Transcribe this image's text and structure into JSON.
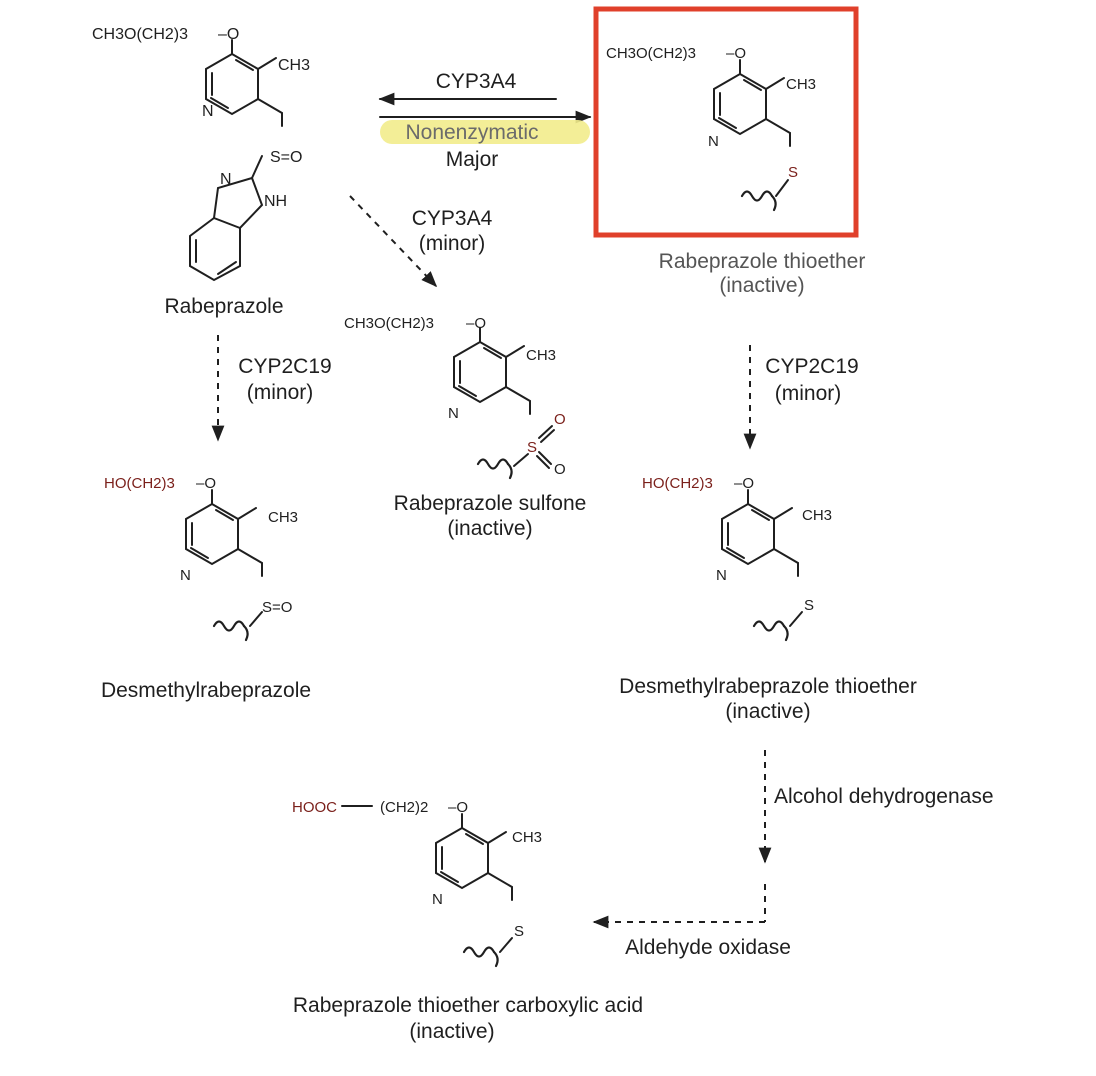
{
  "colors": {
    "highlight": "#f2ec8c",
    "box": "#e0402b",
    "hetero": "#7a1f1a",
    "ink": "#1f1f1f"
  },
  "arrows": {
    "cyp3a4_top": "CYP3A4",
    "nonenzymatic": "Nonenzymatic",
    "major": "Major",
    "cyp3a4_minor": "CYP3A4",
    "cyp3a4_minor_paren": "(minor)",
    "cyp2c19_left": "CYP2C19",
    "cyp2c19_left_paren": "(minor)",
    "cyp2c19_right": "CYP2C19",
    "cyp2c19_right_paren": "(minor)",
    "alcohol_dh": "Alcohol dehydrogenase",
    "aldehyde_ox": "Aldehyde oxidase"
  },
  "compounds": {
    "rabeprazole": {
      "name": "Rabeprazole",
      "side": "CH3O(CH2)3",
      "methyl": "CH3",
      "n": "N",
      "so": "S=O",
      "bz_n": "N",
      "bz_nh": "NH"
    },
    "thioether": {
      "name": "Rabeprazole thioether",
      "status": "(inactive)",
      "side": "CH3O(CH2)3",
      "methyl": "CH3",
      "n": "N",
      "s": "S"
    },
    "sulfone": {
      "name": "Rabeprazole sulfone",
      "status": "(inactive)",
      "side": "CH3O(CH2)3",
      "methyl": "CH3",
      "n": "N",
      "s": "S",
      "o": "O"
    },
    "desmethyl": {
      "name": "Desmethylrabeprazole",
      "side": "HO(CH2)3",
      "methyl": "CH3",
      "n": "N",
      "so": "S=O"
    },
    "desmethyl_thioether": {
      "name": "Desmethylrabeprazole thioether",
      "status": "(inactive)",
      "side": "HO(CH2)3",
      "methyl": "CH3",
      "n": "N",
      "s": "S"
    },
    "carboxylic": {
      "name": "Rabeprazole thioether carboxylic acid",
      "status": "(inactive)",
      "side_a": "HOOC",
      "side_b": "(CH2)2",
      "methyl": "CH3",
      "n": "N",
      "s": "S"
    }
  }
}
